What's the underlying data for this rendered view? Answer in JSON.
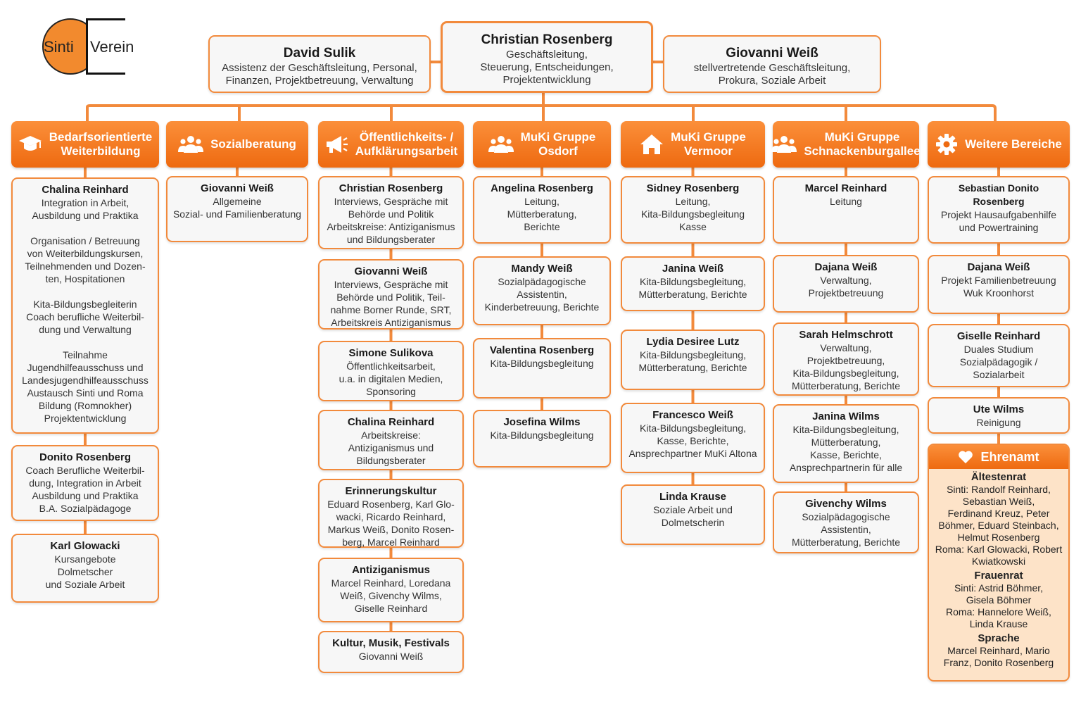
{
  "logo": {
    "word1": "Sinti",
    "word2": "Verein"
  },
  "colors": {
    "accent": "#f28a3c",
    "header": "#ee6a10",
    "box_bg": "#f7f7f7",
    "ehrenamt_bg": "#fde3c8"
  },
  "top": {
    "left": {
      "name": "David Sulik",
      "desc": "Assistenz der Geschäftsleitung, Personal,\nFinanzen, Projektbetreuung, Verwaltung"
    },
    "center": {
      "name": "Christian Rosenberg",
      "desc": "Geschäftsleitung,\nSteuerung, Entscheidungen,\nProjektentwicklung"
    },
    "right": {
      "name": "Giovanni Weiß",
      "desc": "stellvertretende Geschäftsleitung,\nProkura, Soziale Arbeit"
    }
  },
  "columns": [
    {
      "title": "Bedarfsorientierte\nWeiterbildung",
      "icon": "graduation-cap-icon",
      "items": [
        {
          "name": "Chalina Reinhard",
          "desc": "Integration in Arbeit,\nAusbildung und Praktika\n\nOrganisation / Betreuung\nvon Weiterbildungskursen,\nTeilnehmenden und Dozen-\nten, Hospitationen\n\nKita-Bildungsbegleiterin\nCoach berufliche Weiterbil-\ndung und Verwaltung\n\nTeilnahme\nJugendhilfeausschuss und\nLandesjugendhilfeausschuss\nAustausch Sinti und Roma\nBildung (Romnokher)\nProjektentwicklung"
        },
        {
          "name": "Donito Rosenberg",
          "desc": "Coach Berufliche Weiterbil-\ndung, Integration in Arbeit\nAusbildung und Praktika\nB.A. Sozialpädagoge"
        },
        {
          "name": "Karl Glowacki",
          "desc": "Kursangebote\nDolmetscher\nund Soziale Arbeit"
        }
      ]
    },
    {
      "title": "Sozialberatung",
      "icon": "people-icon",
      "items": [
        {
          "name": "Giovanni Weiß",
          "desc": "Allgemeine\nSozial- und Familienberatung"
        }
      ]
    },
    {
      "title": "Öffentlichkeits- /\nAufklärungsarbeit",
      "icon": "megaphone-icon",
      "items": [
        {
          "name": "Christian Rosenberg",
          "desc": "Interviews, Gespräche mit\nBehörde und Politik\nArbeitskreise: Antiziganismus\nund Bildungsberater"
        },
        {
          "name": "Giovanni Weiß",
          "desc": "Interviews, Gespräche mit\nBehörde und Politik, Teil-\nnahme Borner Runde, SRT,\nArbeitskreis Antiziganismus"
        },
        {
          "name": "Simone Sulikova",
          "desc": "Öffentlichkeitsarbeit,\nu.a. in digitalen Medien,\nSponsoring"
        },
        {
          "name": "Chalina Reinhard",
          "desc": "Arbeitskreise:\nAntiziganismus und\nBildungsberater"
        },
        {
          "name": "Erinnerungskultur",
          "desc": "Eduard Rosenberg, Karl Glo-\nwacki, Ricardo Reinhard,\nMarkus Weiß, Donito Rosen-\nberg, Marcel Reinhard"
        },
        {
          "name": "Antiziganismus",
          "desc": "Marcel Reinhard, Loredana\nWeiß, Givenchy Wilms,\nGiselle Reinhard"
        },
        {
          "name": "Kultur, Musik, Festivals",
          "desc": "Giovanni Weiß"
        }
      ]
    },
    {
      "title": "MuKi Gruppe\nOsdorf",
      "icon": "people-icon",
      "items": [
        {
          "name": "Angelina Rosenberg",
          "desc": "Leitung,\nMütterberatung,\nBerichte"
        },
        {
          "name": "Mandy Weiß",
          "desc": "Sozialpädagogische\nAssistentin,\nKinderbetreuung, Berichte"
        },
        {
          "name": "Valentina Rosenberg",
          "desc": "Kita-Bildungsbegleitung"
        },
        {
          "name": "Josefina Wilms",
          "desc": "Kita-Bildungsbegleitung"
        }
      ]
    },
    {
      "title": "MuKi Gruppe\nVermoor",
      "icon": "house-icon",
      "items": [
        {
          "name": "Sidney Rosenberg",
          "desc": "Leitung,\nKita-Bildungsbegleitung\nKasse"
        },
        {
          "name": "Janina Weiß",
          "desc": "Kita-Bildungsbegleitung,\nMütterberatung, Berichte"
        },
        {
          "name": "Lydia Desiree Lutz",
          "desc": "Kita-Bildungsbegleitung,\nMütterberatung, Berichte"
        },
        {
          "name": "Francesco Weiß",
          "desc": "Kita-Bildungsbegleitung,\nKasse, Berichte,\nAnsprechpartner MuKi Altona"
        },
        {
          "name": "Linda Krause",
          "desc": "Soziale Arbeit und\nDolmetscherin"
        }
      ]
    },
    {
      "title": "MuKi Gruppe\nSchnackenburgallee",
      "icon": "people-icon",
      "items": [
        {
          "name": "Marcel Reinhard",
          "desc": "Leitung"
        },
        {
          "name": "Dajana Weiß",
          "desc": "Verwaltung,\nProjektbetreuung"
        },
        {
          "name": "Sarah Helmschrott",
          "desc": "Verwaltung,\nProjektbetreuung,\nKita-Bildungsbegleitung,\nMütterberatung, Berichte"
        },
        {
          "name": "Janina Wilms",
          "desc": "Kita-Bildungsbegleitung,\nMütterberatung,\nKasse, Berichte,\nAnsprechpartnerin für alle"
        },
        {
          "name": "Givenchy Wilms",
          "desc": "Sozialpädagogische\nAssistentin,\nMütterberatung, Berichte"
        }
      ]
    },
    {
      "title": "Weitere Bereiche",
      "icon": "gear-icon",
      "items": [
        {
          "name": "Sebastian Donito Rosenberg",
          "desc": "Projekt Hausaufgabenhilfe\nund Powertraining"
        },
        {
          "name": "Dajana Weiß",
          "desc": "Projekt Familienbetreuung\nWuk Kroonhorst"
        },
        {
          "name": "Giselle Reinhard",
          "desc": "Duales Studium\nSozialpädagogik /\nSozialarbeit"
        },
        {
          "name": "Ute Wilms",
          "desc": "Reinigung"
        }
      ]
    }
  ],
  "ehrenamt": {
    "title": "Ehrenamt",
    "icon": "heart-icon",
    "sections": [
      {
        "title": "Ältestenrat",
        "text": "Sinti: Randolf Reinhard,\nSebastian Weiß,\nFerdinand Kreuz, Peter\nBöhmer, Eduard Steinbach,\nHelmut Rosenberg\nRoma: Karl Glowacki, Robert\nKwiatkowski"
      },
      {
        "title": "Frauenrat",
        "text": "Sinti: Astrid Böhmer,\nGisela Böhmer\nRoma: Hannelore Weiß,\nLinda Krause"
      },
      {
        "title": "Sprache",
        "text": "Marcel Reinhard, Mario\nFranz, Donito Rosenberg"
      }
    ]
  }
}
